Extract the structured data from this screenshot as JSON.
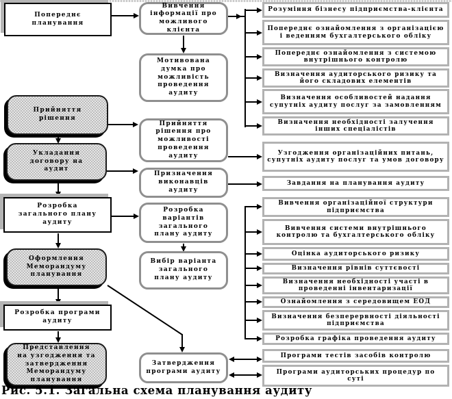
{
  "caption": "Рис. 5.1. Загальна схема планування аудиту",
  "colors": {
    "line": "#000000",
    "stage_box_fill": "#d6d6d6",
    "stage_box_shadow": "#000000",
    "process_box_border": "#8f8f8f",
    "detail_box_border": "#b2b2b2"
  },
  "flowchart": {
    "left_column": [
      "Попереднє планування",
      "Прийняття рішення",
      "Укладання договору на аудит",
      "Розробка загального плану аудиту",
      "Оформлення Меморандуму планування",
      "Розробка програми аудиту",
      "Представлення на узгодження та затвердження Меморандуму планування"
    ],
    "middle_column": [
      "Вивчення інформації про можливого клієнта",
      "Мотивована думка про можливість проведення аудиту",
      "Прийняття рішення про можливості проведення аудиту",
      "Призначення виконавців аудиту",
      "Розробка варіантів загального плану аудиту",
      "Вибір варіанта загального плану аудиту",
      "Затвердження програми аудиту"
    ],
    "right_column": [
      "Розуміння бізнесу підприємства-клієнта",
      "Попереднє ознайомлення з організацією і веденням бухгалтерського обліку",
      "Попереднє ознайомлення з системою внутрішнього контролю",
      "Визначення аудиторського ризику та його складових елементів",
      "Визначення особливостей надання супутніх аудиту послуг за замовленням",
      "Визначення необхідності залучення інших спеціалістів",
      "Узгодження організаційних питань, супутніх аудиту послуг та умов договору",
      "Завдання на планування аудиту",
      "Вивчення організаційної структури підприємства",
      "Вивчення системи внутрішнього контролю та бухгалтерського обліку",
      "Оцінка аудиторського ризику",
      "Визначення рівнів суттєвості",
      "Визначення необхідності участі в проведенні інвентаризації",
      "Ознайомлення з середовищем ЕОД",
      "Визначення безперервності діяльності підприємства",
      "Розробка графіка проведення аудиту",
      "Програми тестів засобів контролю",
      "Програми аудиторських процедур по суті"
    ]
  }
}
